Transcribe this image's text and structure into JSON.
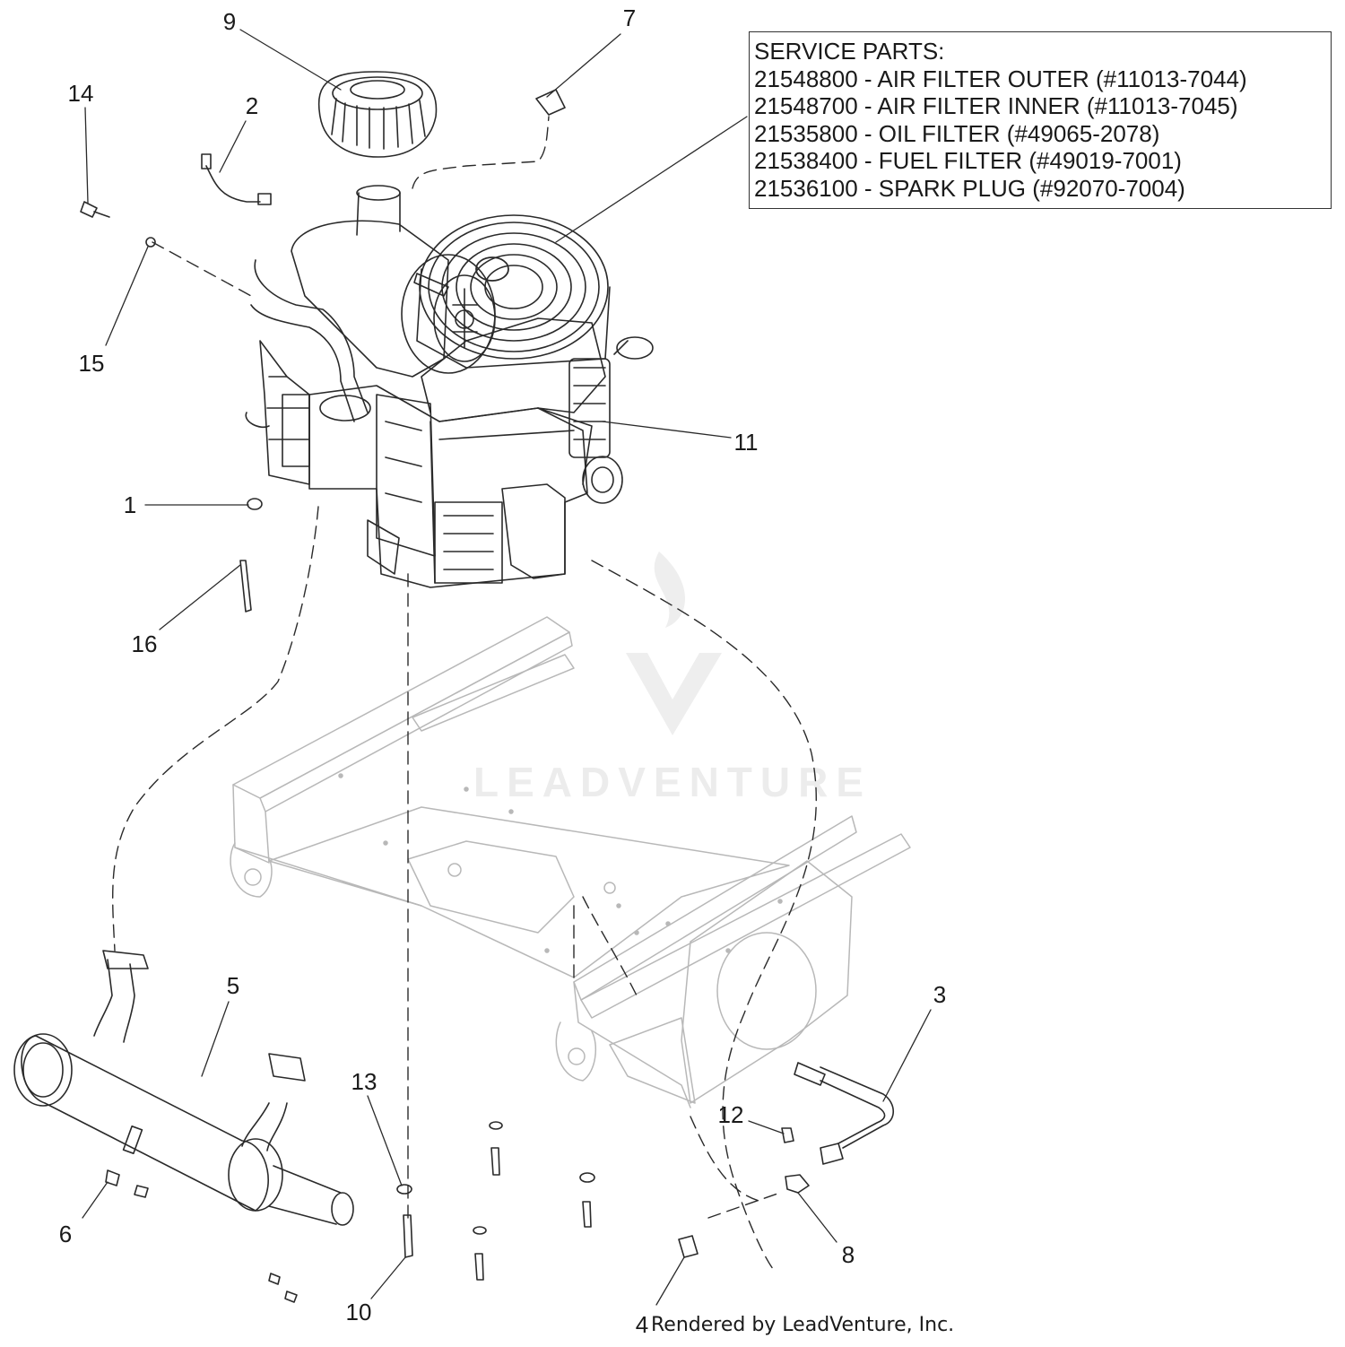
{
  "service_parts": {
    "heading": "SERVICE PARTS:",
    "lines": [
      "21548800 - AIR FILTER OUTER (#11013-7044)",
      "21548700 - AIR FILTER INNER (#11013-7045)",
      "21535800 - OIL FILTER (#49065-2078)",
      "21538400 - FUEL FILTER (#49019-7001)",
      "21536100 - SPARK PLUG (#92070-7004)"
    ]
  },
  "callouts": {
    "c1": "1",
    "c2": "2",
    "c3": "3",
    "c4": "4",
    "c5": "5",
    "c6": "6",
    "c7": "7",
    "c8": "8",
    "c9": "9",
    "c10": "10",
    "c11": "11",
    "c12": "12",
    "c13": "13",
    "c14": "14",
    "c15": "15",
    "c16": "16"
  },
  "watermark": "LEADVENTURE",
  "credit": "Rendered by LeadVenture, Inc.",
  "colors": {
    "line": "#2a2a2a",
    "frame": "#bdbdbd",
    "watermark": "#ececec"
  }
}
